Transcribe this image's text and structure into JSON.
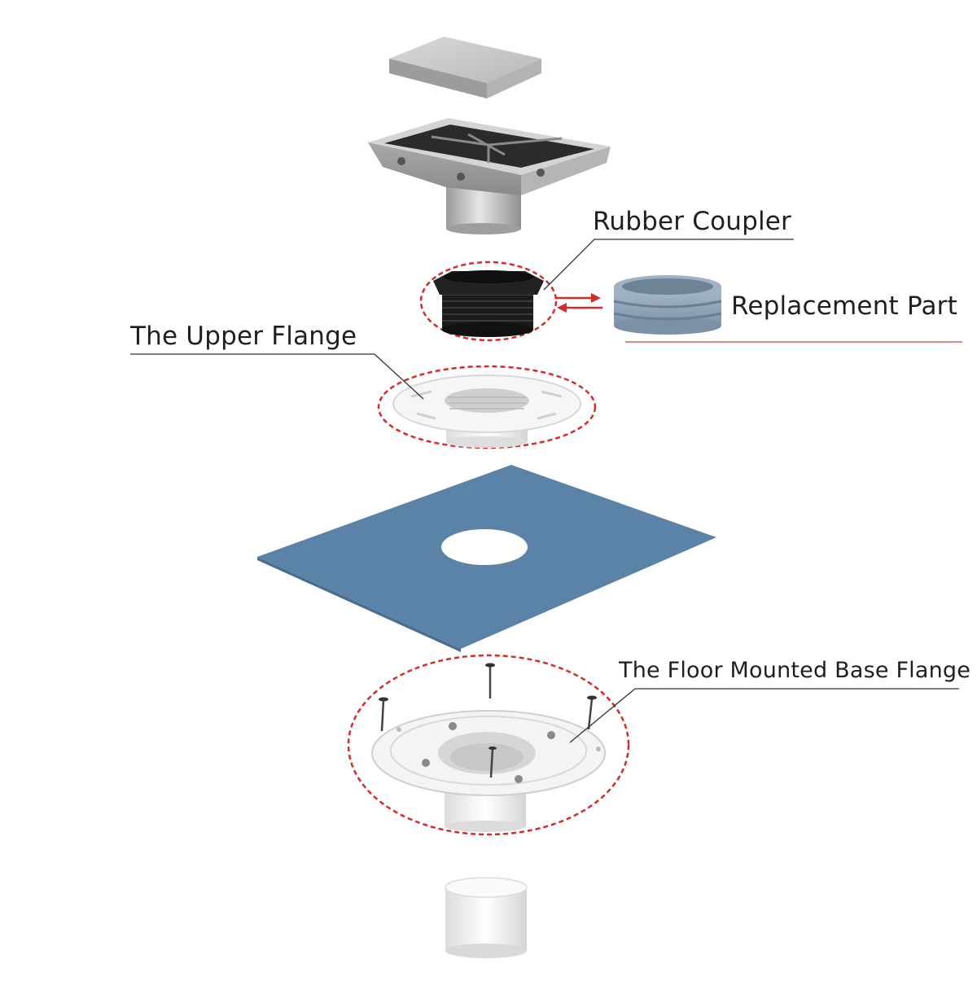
{
  "labels": {
    "rubber_coupler": "Rubber Coupler",
    "replacement_part": "Replacement Part",
    "upper_flange": "The Upper Flange",
    "base_flange": "The Floor Mounted Base Flange"
  },
  "colors": {
    "highlight": "#d42b2b",
    "membrane": "#5b83a8",
    "steel": "#c9c9c9",
    "rubber_black": "#1b1b1b",
    "replacement_blue": "#8ea3b8",
    "white_plastic": "#f4f4f4"
  }
}
